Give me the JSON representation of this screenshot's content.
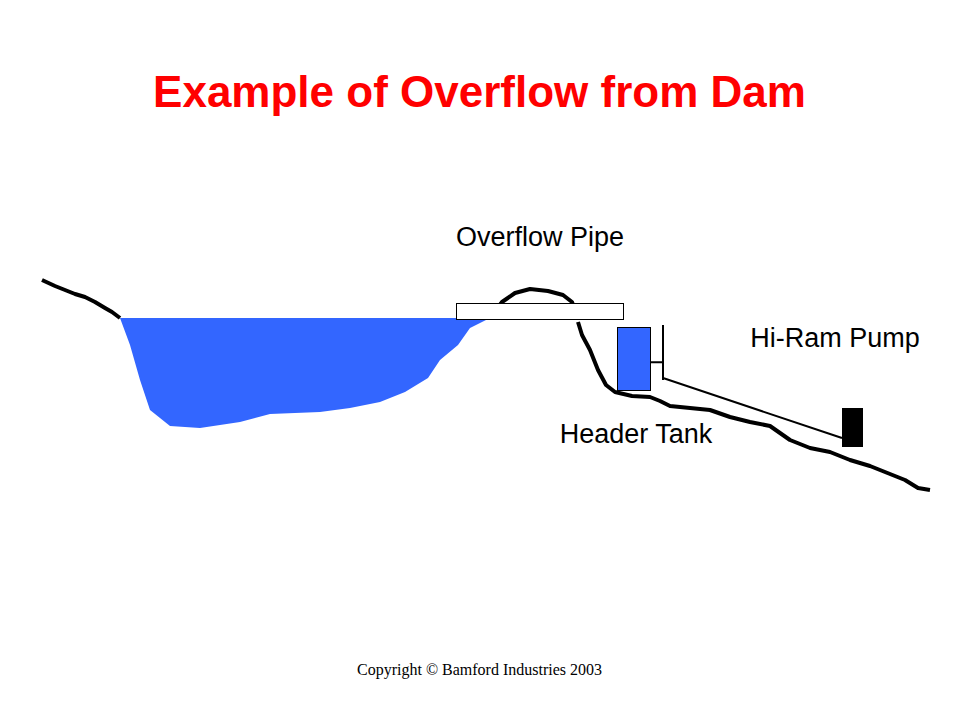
{
  "diagram": {
    "title": "Example of Overflow from Dam",
    "nodes": [
      {
        "text": [
          "Overflow Pipe"
        ]
      },
      {
        "text": [
          "Header Tank"
        ]
      },
      {
        "text": [
          "Hi-Ram Pump"
        ]
      }
    ],
    "edges": [
      {
        "from": 1,
        "to": 2,
        "arrow": "none"
      }
    ],
    "labels": [
      "Copyright © Bamford Industries 2003"
    ]
  }
}
